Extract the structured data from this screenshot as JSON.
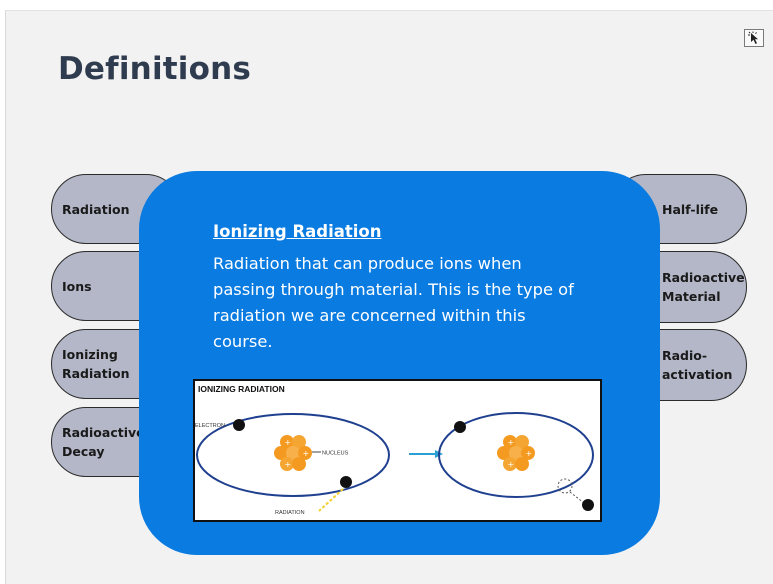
{
  "page": {
    "title": "Definitions"
  },
  "toolbar": {
    "corner_icon": "cursor-click-icon"
  },
  "terms_left": [
    {
      "label": "Radiation"
    },
    {
      "label": "Ions"
    },
    {
      "label": "Ionizing\nRadiation"
    },
    {
      "label": "Radioactive\nDecay"
    }
  ],
  "terms_right": [
    {
      "label": "Half-life"
    },
    {
      "label": "Radioactive\nMaterial"
    },
    {
      "label": "Radio-\nactivation"
    }
  ],
  "popup": {
    "heading": "Ionizing Radiation",
    "text": "Radiation that can produce ions when passing through material. This is the type of radiation we are concerned within this course.",
    "diagram": {
      "title": "IONIZING RADIATION",
      "electron_label": "ELECTRON",
      "nucleus_label": "NUCLEUS",
      "radiation_label": "RADIATION"
    }
  },
  "colors": {
    "background": "#f2f2f2",
    "popup": "#0a7be0",
    "pill": "#b3b7c7",
    "title": "#2f3b4f"
  }
}
